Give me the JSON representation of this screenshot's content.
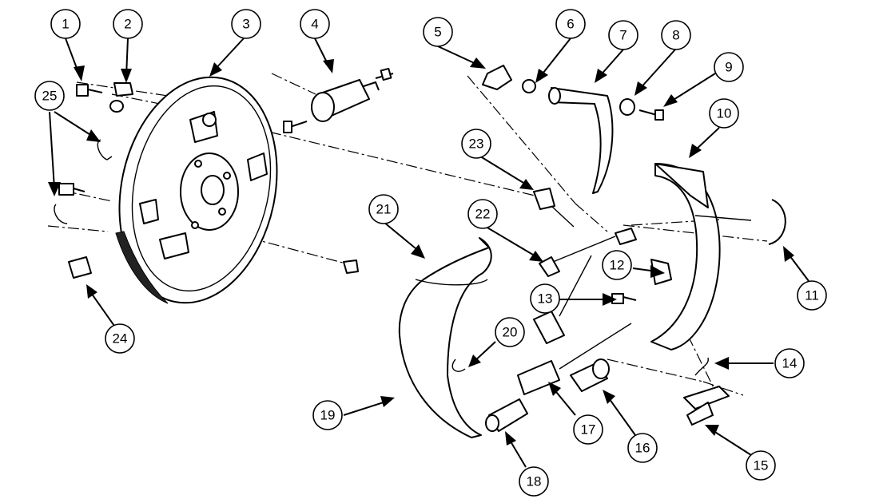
{
  "diagram": {
    "type": "exploded-parts-diagram",
    "callouts": [
      {
        "id": "1",
        "label": "1"
      },
      {
        "id": "2",
        "label": "2"
      },
      {
        "id": "3",
        "label": "3"
      },
      {
        "id": "4",
        "label": "4"
      },
      {
        "id": "5",
        "label": "5"
      },
      {
        "id": "6",
        "label": "6"
      },
      {
        "id": "7",
        "label": "7"
      },
      {
        "id": "8",
        "label": "8"
      },
      {
        "id": "9",
        "label": "9"
      },
      {
        "id": "10",
        "label": "10"
      },
      {
        "id": "11",
        "label": "11"
      },
      {
        "id": "12",
        "label": "12"
      },
      {
        "id": "13",
        "label": "13"
      },
      {
        "id": "14",
        "label": "14"
      },
      {
        "id": "15",
        "label": "15"
      },
      {
        "id": "16",
        "label": "16"
      },
      {
        "id": "17",
        "label": "17"
      },
      {
        "id": "18",
        "label": "18"
      },
      {
        "id": "19",
        "label": "19"
      },
      {
        "id": "20",
        "label": "20"
      },
      {
        "id": "21",
        "label": "21"
      },
      {
        "id": "22",
        "label": "22"
      },
      {
        "id": "23",
        "label": "23"
      },
      {
        "id": "24",
        "label": "24"
      },
      {
        "id": "25",
        "label": "25"
      }
    ],
    "colors": {
      "line": "#000000",
      "background": "#ffffff"
    }
  }
}
